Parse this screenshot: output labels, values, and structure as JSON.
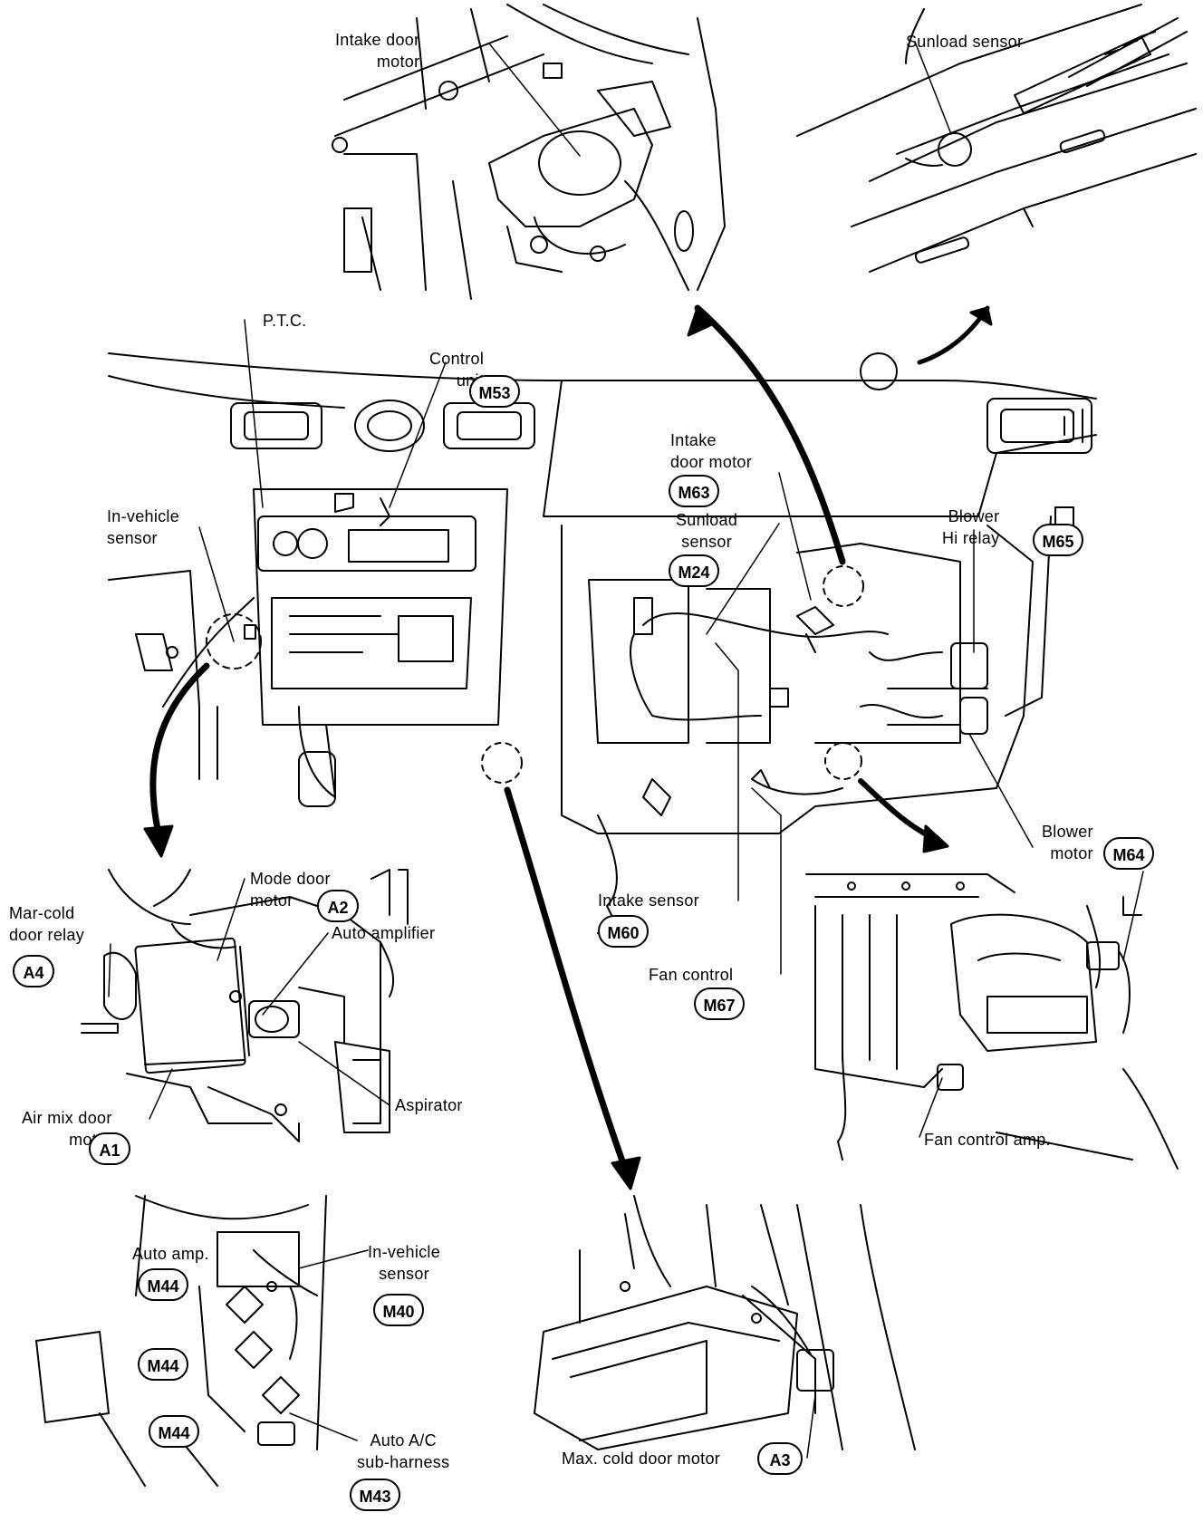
{
  "labels": {
    "intake_door_motor_top": "Intake door\nmotor",
    "sunload_sensor_top": "Sunload sensor",
    "ptc": "P.T.C.",
    "control_unit": "Control\nunit",
    "in_vehicle_sensor_center": "In-vehicle\nsensor",
    "intake_door_motor_center": "Intake\ndoor motor",
    "sunload_sensor_center": "Sunload\nsensor",
    "blower_hi_relay": "Blower\nHi relay",
    "blower_motor": "Blower\nmotor",
    "intake_sensor": "Intake sensor",
    "fan_control_amp": "Fan control\namp.",
    "mode_door_motor": "Mode door\nmotor",
    "mar_cold_door_relay": "Mar-cold\ndoor relay",
    "auto_amplifier": "Auto amplifier",
    "aspirator": "Aspirator",
    "air_mix_door_motor": "Air mix door\nmotor",
    "fan_control_amp_detail": "Fan control amp.",
    "auto_amp": "Auto amp.",
    "in_vehicle_sensor_detail": "In-vehicle\nsensor",
    "auto_ac_sub_harness": "Auto A/C\nsub-harness",
    "max_cold_door_motor": "Max. cold door motor"
  },
  "connectors": {
    "control_unit": "M53",
    "intake_door_motor": "M63",
    "sunload_sensor": "M24",
    "blower_hi_relay": "M65",
    "blower_motor": "M64",
    "intake_sensor": "M60",
    "fan_control_amp": "M67",
    "mode_door_motor": "A2",
    "mar_cold_door_relay": "A4",
    "air_mix_door_motor": "A1",
    "auto_amp_1": "M44",
    "auto_amp_2": "M44",
    "auto_amp_3": "M44",
    "in_vehicle_sensor": "M40",
    "auto_ac_sub_harness": "M43",
    "max_cold_door_motor": "A3"
  }
}
